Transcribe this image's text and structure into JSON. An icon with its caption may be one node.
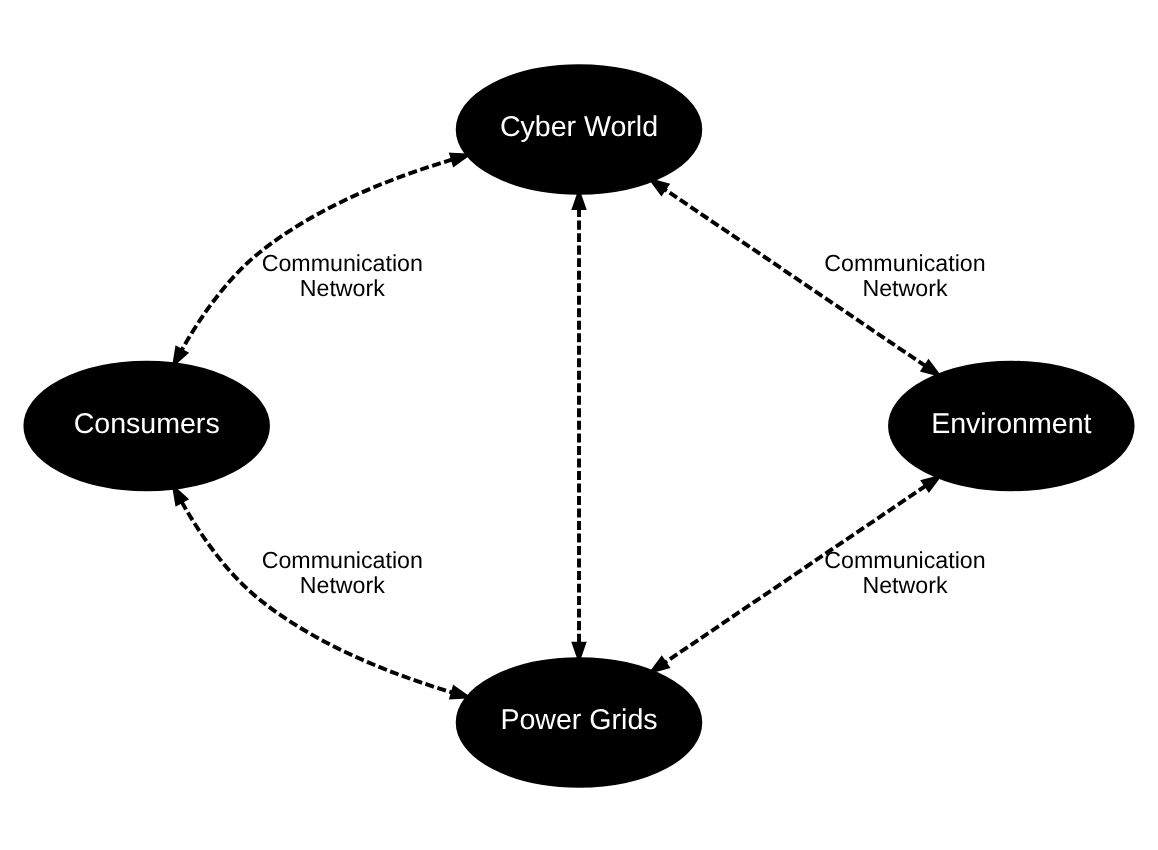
{
  "diagram": {
    "nodes": [
      {
        "text": [
          "Cyber World"
        ]
      },
      {
        "text": [
          "Environment"
        ]
      },
      {
        "text": [
          "Consumers"
        ]
      },
      {
        "text": [
          "Power Grids"
        ]
      }
    ],
    "edges": [
      {
        "from": 1,
        "to": 0,
        "arrow": "both",
        "style": "dashed",
        "label": "Communication Network"
      },
      {
        "from": 0,
        "to": 2,
        "arrow": "both",
        "style": "dashed",
        "label": "Communication Network"
      },
      {
        "from": 0,
        "to": 3,
        "arrow": "both",
        "style": "dashed"
      },
      {
        "from": 1,
        "to": 3,
        "arrow": "both",
        "style": "dashed",
        "label": "Communication Network"
      },
      {
        "from": 2,
        "to": 3,
        "arrow": "both",
        "style": "dashed",
        "label": "Communication Network"
      }
    ]
  }
}
